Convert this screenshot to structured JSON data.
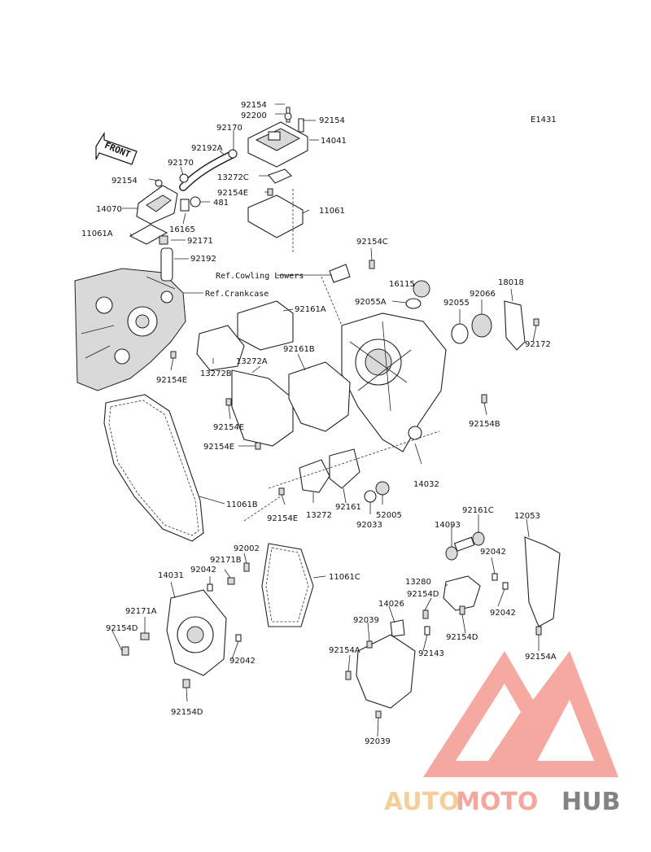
{
  "diagram": {
    "code": "E1431",
    "front_arrow": "FRONT",
    "refs": {
      "cowling": "Ref.Cowling Lowers",
      "crankcase": "Ref.Crankcase"
    },
    "labels": {
      "p92154_top": "92154",
      "p92200": "92200",
      "p92154_r": "92154",
      "p92170_a": "92170",
      "p14041": "14041",
      "p92192A": "92192A",
      "p92170_b": "92170",
      "p92154_l": "92154",
      "p13272C": "13272C",
      "p92154E_a": "92154E",
      "p14070": "14070",
      "p481": "481",
      "p11061": "11061",
      "p16165": "16165",
      "p11061A": "11061A",
      "p92171": "92171",
      "p92192": "92192",
      "p92154C": "92154C",
      "p16115": "16115",
      "p18018": "18018",
      "p92055A": "92055A",
      "p92055": "92055",
      "p92066": "92066",
      "p92161A": "92161A",
      "p92172": "92172",
      "p92154E_b": "92154E",
      "p13272B": "13272B",
      "p92161B": "92161B",
      "p13272A": "13272A",
      "p92154E_c": "92154E",
      "p92154B": "92154B",
      "p92154E_d": "92154E",
      "p14032": "14032",
      "p11061B": "11061B",
      "p92154E_e": "92154E",
      "p13272": "13272",
      "p92161": "92161",
      "p52005": "52005",
      "p92033": "92033",
      "p92161C": "92161C",
      "p12053": "12053",
      "p14093": "14093",
      "p92002": "92002",
      "p92171B": "92171B",
      "p92042_a": "92042",
      "p11061C": "11061C",
      "p14031": "14031",
      "p92042_b": "92042",
      "p13280": "13280",
      "p92154D_a": "92154D",
      "p92042_c": "92042",
      "p92171A": "92171A",
      "p14026": "14026",
      "p92154D_b": "92154D",
      "p92039_a": "92039",
      "p92143": "92143",
      "p92154D_c": "92154D",
      "p92042_d": "92042",
      "p92154A_a": "92154A",
      "p92154A_b": "92154A",
      "p92154D_d": "92154D",
      "p92039_b": "92039"
    }
  },
  "watermark": {
    "part1": "AUTO",
    "part2": "MOTO",
    "part3": "HUB",
    "colors": {
      "auto": "#f3c78a",
      "moto": "#f29a8e",
      "hub": "#6e6e6e",
      "triangle": "#f39a90"
    }
  }
}
